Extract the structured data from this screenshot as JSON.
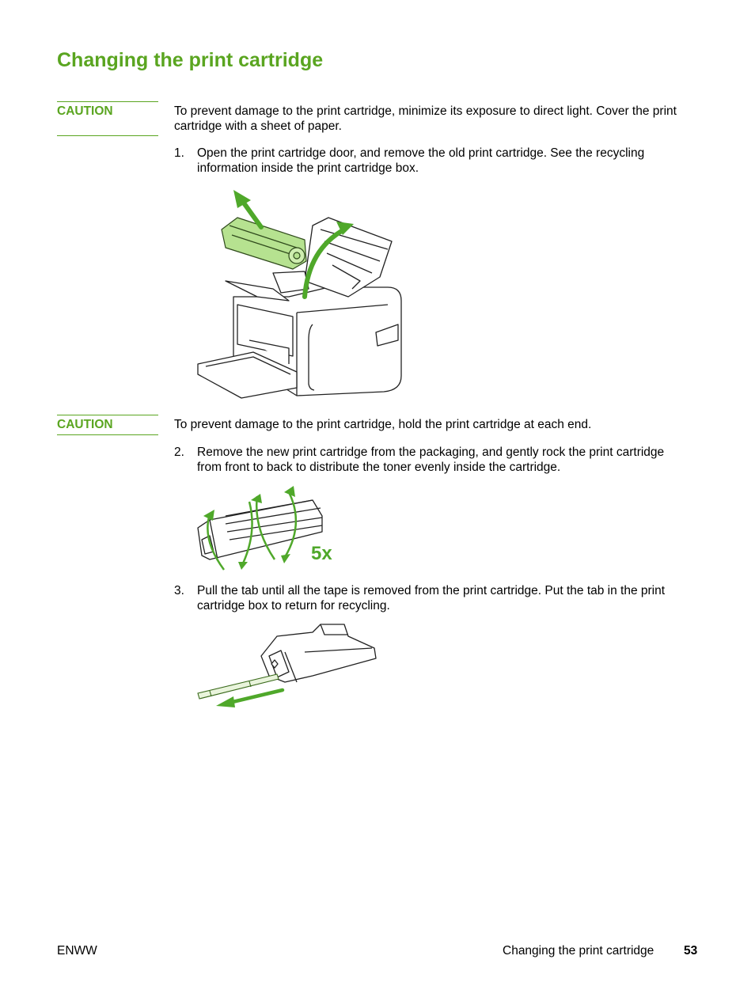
{
  "page": {
    "title": "Changing the print cartridge",
    "caution1": {
      "label": "CAUTION",
      "text": "To prevent damage to the print cartridge, minimize its exposure to direct light. Cover the print cartridge with a sheet of paper."
    },
    "steps": [
      {
        "number": "1.",
        "text": "Open the print cartridge door, and remove the old print cartridge. See the recycling information inside the print cartridge box."
      },
      {
        "number": "2.",
        "text": "Remove the new print cartridge from the packaging, and gently rock the print cartridge from front to back to distribute the toner evenly inside the cartridge."
      },
      {
        "number": "3.",
        "text": "Pull the tab until all the tape is removed from the print cartridge. Put the tab in the print cartridge box to return for recycling."
      }
    ],
    "caution2": {
      "label": "CAUTION",
      "text": "To prevent damage to the print cartridge, hold the print cartridge at each end."
    },
    "figures": {
      "rock_count": "5x"
    },
    "colors": {
      "accent": "#5aa520",
      "arrow": "#4fa82a"
    }
  },
  "footer": {
    "left": "ENWW",
    "section": "Changing the print cartridge",
    "page_number": "53"
  }
}
